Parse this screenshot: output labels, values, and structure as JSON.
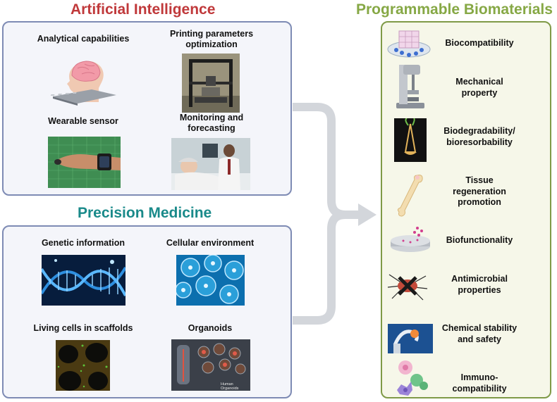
{
  "sections": {
    "ai": {
      "title": "Artificial Intelligence",
      "color": "#c0393b",
      "items": [
        {
          "label": "Analytical capabilities"
        },
        {
          "label": "Printing parameters\noptimization"
        },
        {
          "label": "Wearable sensor"
        },
        {
          "label": "Monitoring and\nforecasting"
        }
      ]
    },
    "pm": {
      "title": "Precision Medicine",
      "color": "#1a8a8a",
      "items": [
        {
          "label": "Genetic information"
        },
        {
          "label": "Cellular environment"
        },
        {
          "label": "Living cells in scaffolds"
        },
        {
          "label": "Organoids"
        }
      ]
    },
    "pb": {
      "title": "Programmable Biomaterials",
      "color": "#86a845",
      "items": [
        {
          "label": "Biocompatibility"
        },
        {
          "label": "Mechanical\nproperty"
        },
        {
          "label": "Biodegradability/\nbioresorbability"
        },
        {
          "label": "Tissue\nregeneration\npromotion"
        },
        {
          "label": "Biofunctionality"
        },
        {
          "label": "Antimicrobial\nproperties"
        },
        {
          "label": "Chemical stability\nand safety"
        },
        {
          "label": "Immuno-\ncompatibility"
        }
      ]
    }
  },
  "organoid_caption": "Human Organoids",
  "colors": {
    "box_border": "#7e8bb4",
    "right_border": "#7f9a47",
    "arrow": "#d3d6db"
  }
}
